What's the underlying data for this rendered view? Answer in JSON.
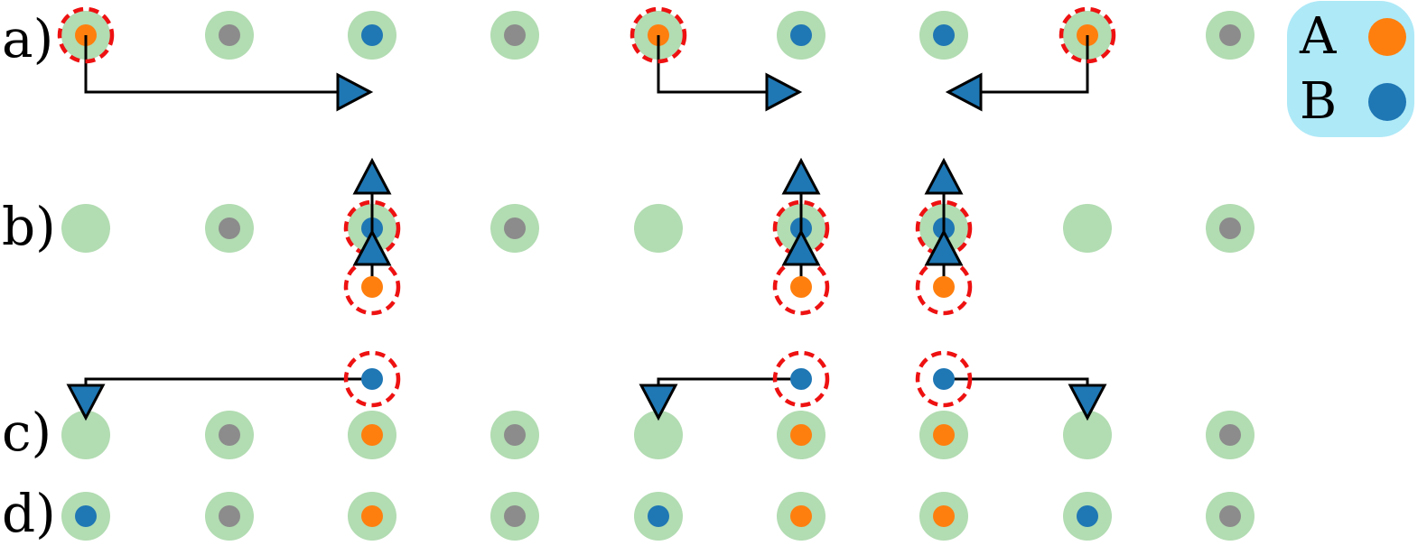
{
  "row_labels": {
    "a": "a)",
    "b": "b)",
    "c": "c)",
    "d": "d)"
  },
  "legend": {
    "items": [
      {
        "label": "A",
        "color": "#ff7f0e"
      },
      {
        "label": "B",
        "color": "#1f77b4"
      }
    ],
    "background": "#aee9f7"
  },
  "colors": {
    "site": "#b2dcb2",
    "empty": "#8c8c8c",
    "A": "#ff7f0e",
    "B": "#1f77b4",
    "highlight": "#ee1111",
    "arrow_fill": "#1f77b4",
    "line": "#000000"
  },
  "rows": {
    "a": [
      "A",
      "empty",
      "B",
      "empty",
      "A",
      "B",
      "B",
      "A",
      "empty"
    ],
    "b": [
      "none",
      "empty",
      "B",
      "empty",
      "none",
      "B",
      "B",
      "none",
      "empty"
    ],
    "c": [
      "none",
      "empty",
      "A",
      "empty",
      "none",
      "A",
      "A",
      "none",
      "empty"
    ],
    "d": [
      "B",
      "empty",
      "A",
      "empty",
      "B",
      "A",
      "A",
      "B",
      "empty"
    ]
  },
  "highlights": {
    "a": [
      0,
      4,
      7
    ],
    "b": [
      2,
      5,
      6
    ]
  }
}
